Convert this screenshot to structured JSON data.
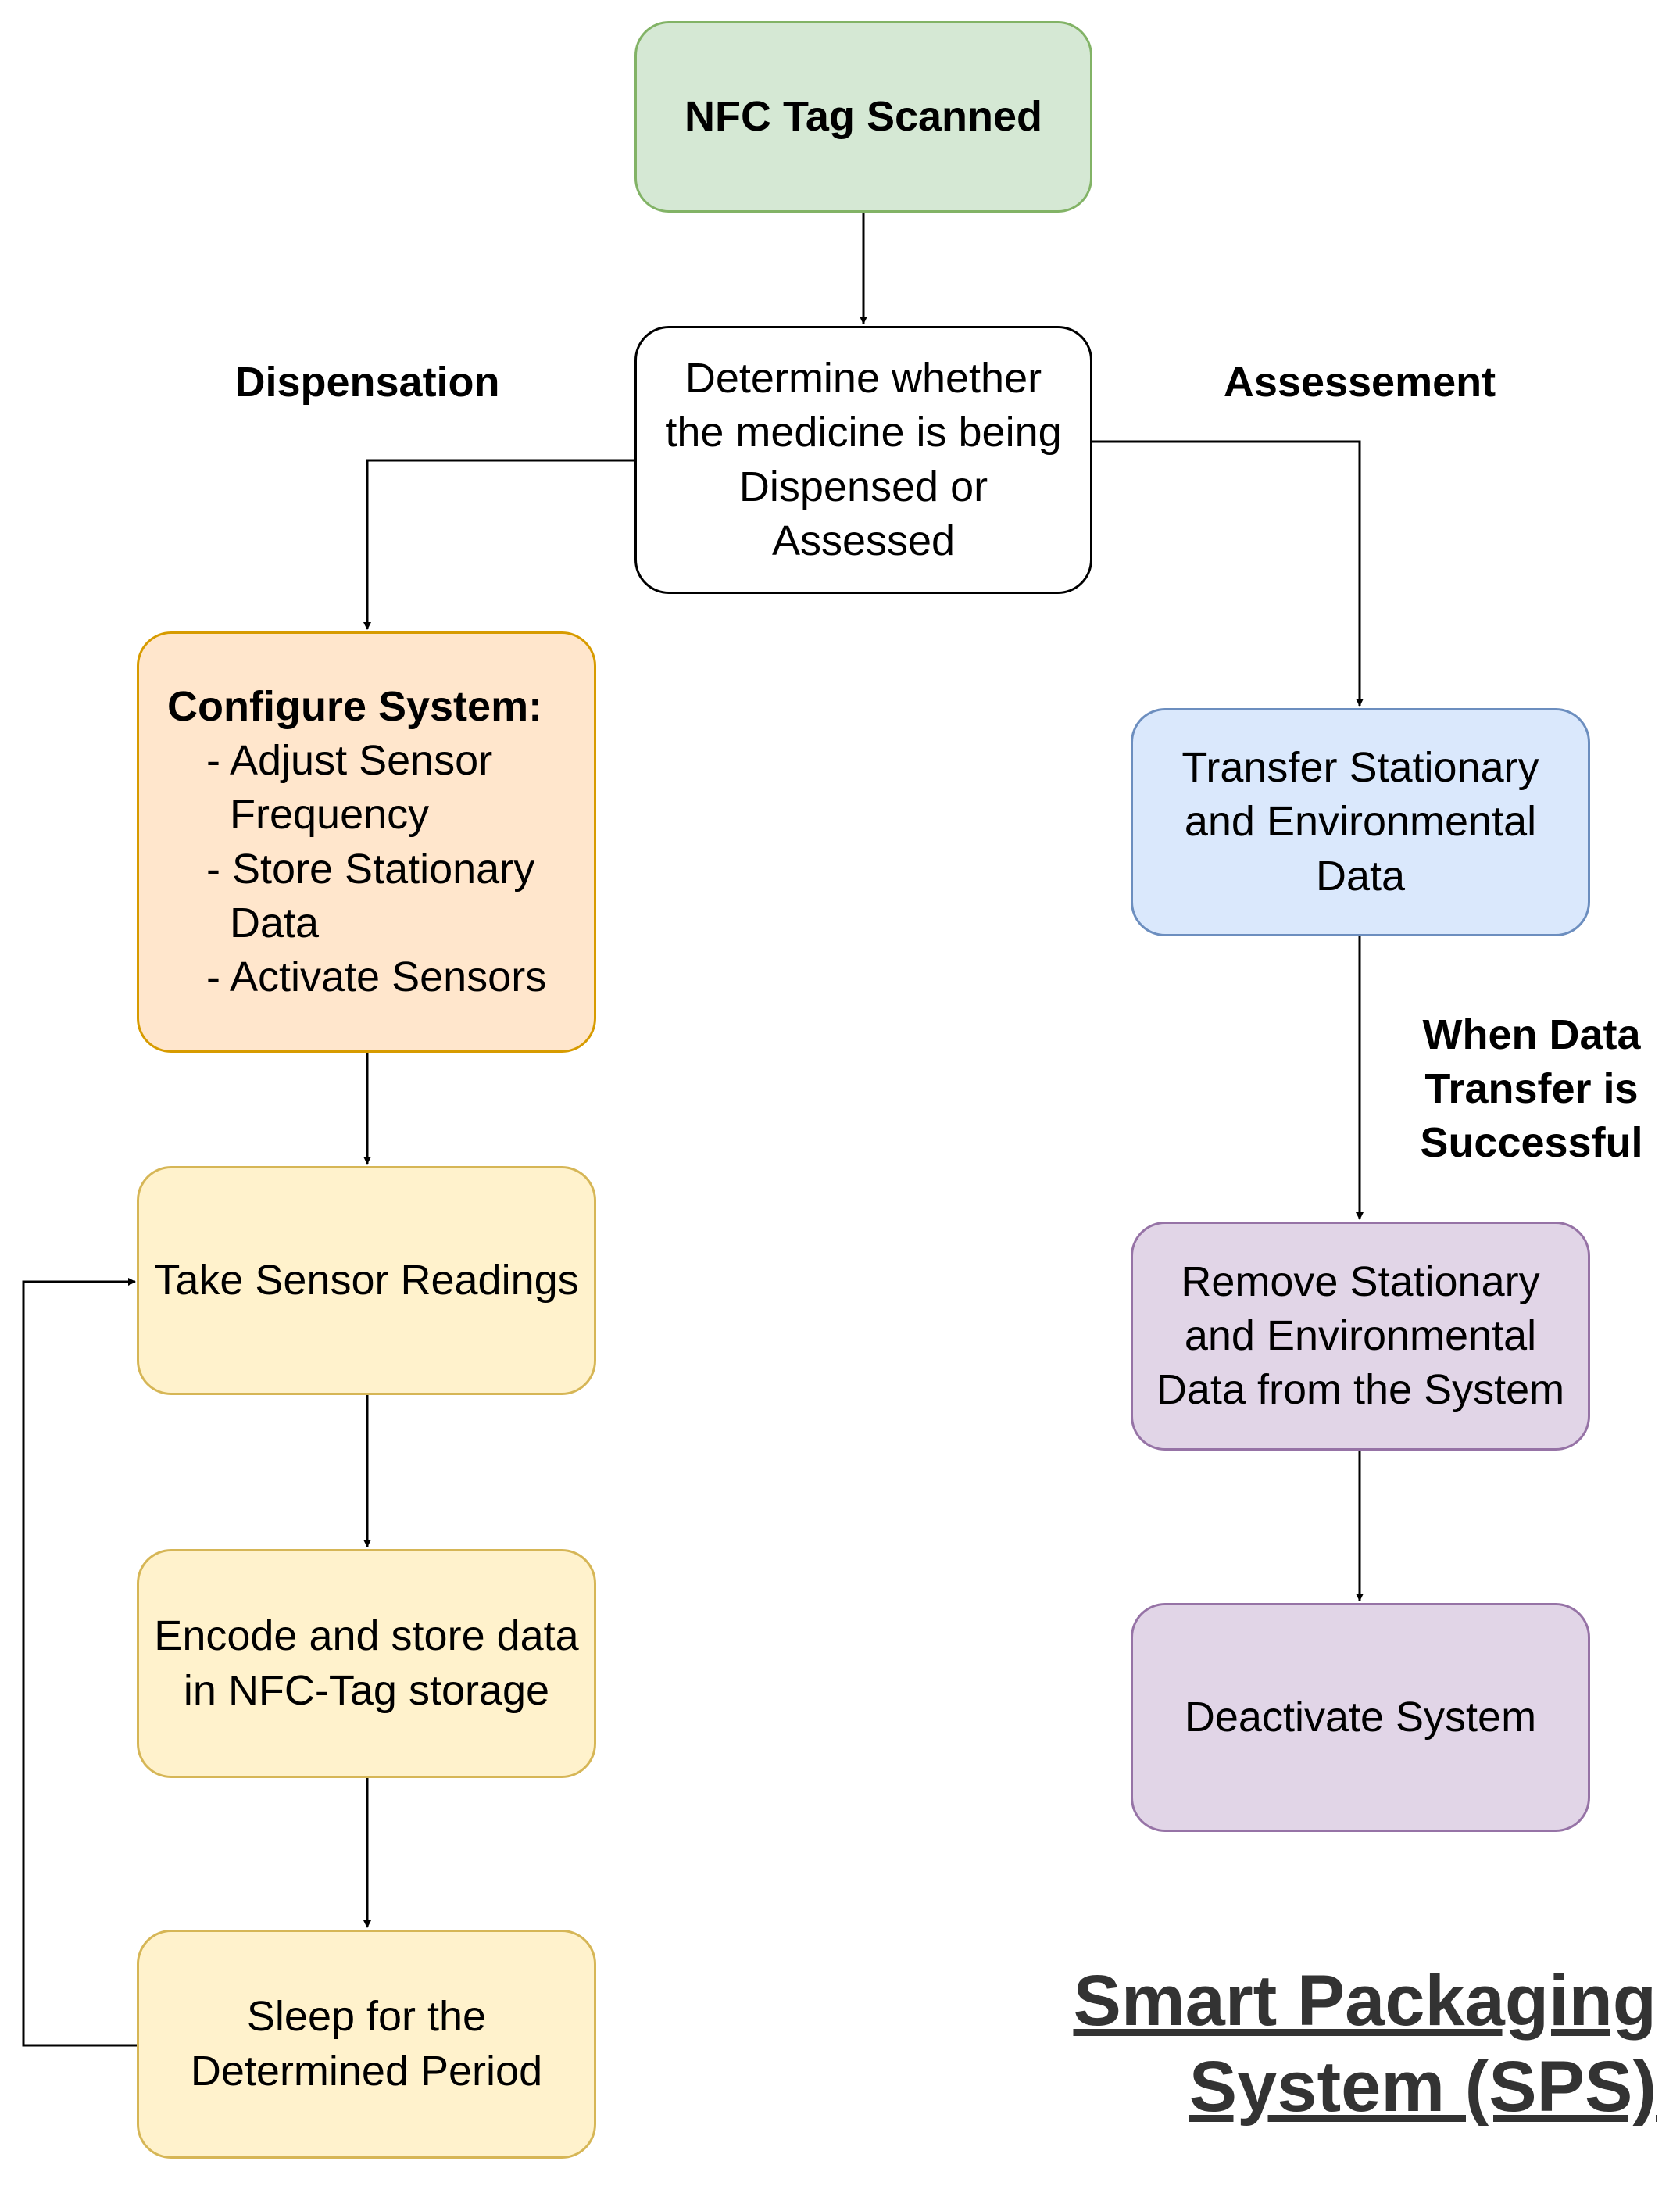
{
  "nodes": {
    "nfc_scanned": "NFC Tag Scanned",
    "determine": "Determine whether the medicine is being Dispensed or Assessed",
    "configure_title": "Configure System:",
    "configure_items": [
      "- Adjust Sensor Frequency",
      "- Store Stationary Data",
      "- Activate Sensors"
    ],
    "take_readings": "Take Sensor Readings",
    "encode_store": "Encode and store data in NFC-Tag storage",
    "sleep": "Sleep for the Determined Period",
    "transfer": "Transfer Stationary and Environmental Data",
    "remove": "Remove Stationary and Environmental Data from the System",
    "deactivate": "Deactivate System"
  },
  "labels": {
    "dispensation": "Dispensation",
    "assessment": "Assessement",
    "transfer_success": "When Data Transfer is Successful"
  },
  "title": {
    "line1": "Smart Packaging",
    "line2": "System (SPS)"
  },
  "colors": {
    "green_fill": "#d5e8d4",
    "orange_fill": "#ffe6cc",
    "yellow_fill": "#fff2cc",
    "blue_fill": "#dae8fc",
    "purple_fill": "#e1d5e7"
  }
}
